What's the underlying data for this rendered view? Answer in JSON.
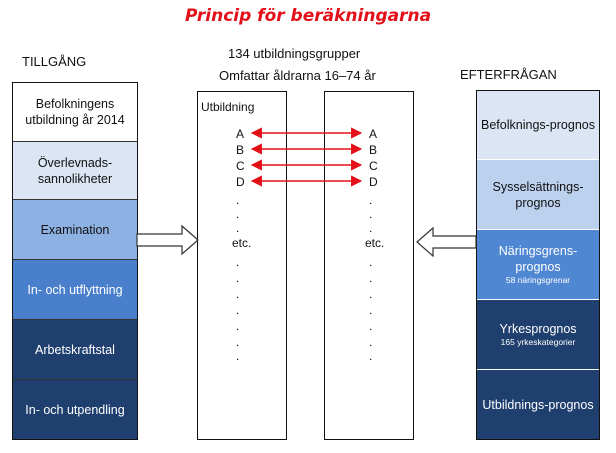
{
  "title": "Princip för beräkningarna",
  "supply": {
    "heading": "TILLGÅNG",
    "boxes": [
      {
        "label": "Befolkningens utbildning år 2014"
      },
      {
        "label": "Överlevnads-sannolikheter"
      },
      {
        "label": "Examination"
      },
      {
        "label": "In- och utflyttning"
      },
      {
        "label": "Arbetskraftstal"
      },
      {
        "label": "In- och utpendling"
      }
    ]
  },
  "center": {
    "groups_text": "134 utbildningsgrupper",
    "ages_text": "Omfattar åldrarna 16–74 år",
    "column_label": "Utbildning",
    "left_items": [
      "A",
      "B",
      "C",
      "D",
      ".",
      ".",
      ".",
      "etc.",
      ".",
      ".",
      ".",
      ".",
      ".",
      ".",
      "."
    ],
    "right_items": [
      "A",
      "B",
      "C",
      "D",
      ".",
      ".",
      ".",
      "etc.",
      ".",
      ".",
      ".",
      ".",
      ".",
      ".",
      "."
    ]
  },
  "demand": {
    "heading": "EFTERFRÅGAN",
    "boxes": [
      {
        "label": "Befolknings-prognos",
        "sub": ""
      },
      {
        "label": "Sysselsättnings-prognos",
        "sub": ""
      },
      {
        "label": "Näringsgrens-prognos",
        "sub": "58 näringsgrenar"
      },
      {
        "label": "Yrkesprognos",
        "sub": "165 yrkeskategorier"
      },
      {
        "label": "Utbildnings-prognos",
        "sub": ""
      }
    ]
  },
  "colors": {
    "title": "#e3101a",
    "arrow": "#e3101a",
    "supply_fills": [
      "#ffffff",
      "#dbe5f3",
      "#8db1e2",
      "#4a7fcc",
      "#1f3f6e",
      "#1f3f6e"
    ],
    "supply_text": [
      "#111111",
      "#111111",
      "#111111",
      "#ffffff",
      "#ffffff",
      "#ffffff"
    ],
    "demand_fills": [
      "#dbe5f3",
      "#bcd1ee",
      "#4f87d3",
      "#1f3f6e",
      "#1f3f6e"
    ],
    "demand_text": [
      "#111111",
      "#111111",
      "#ffffff",
      "#ffffff",
      "#ffffff"
    ]
  }
}
